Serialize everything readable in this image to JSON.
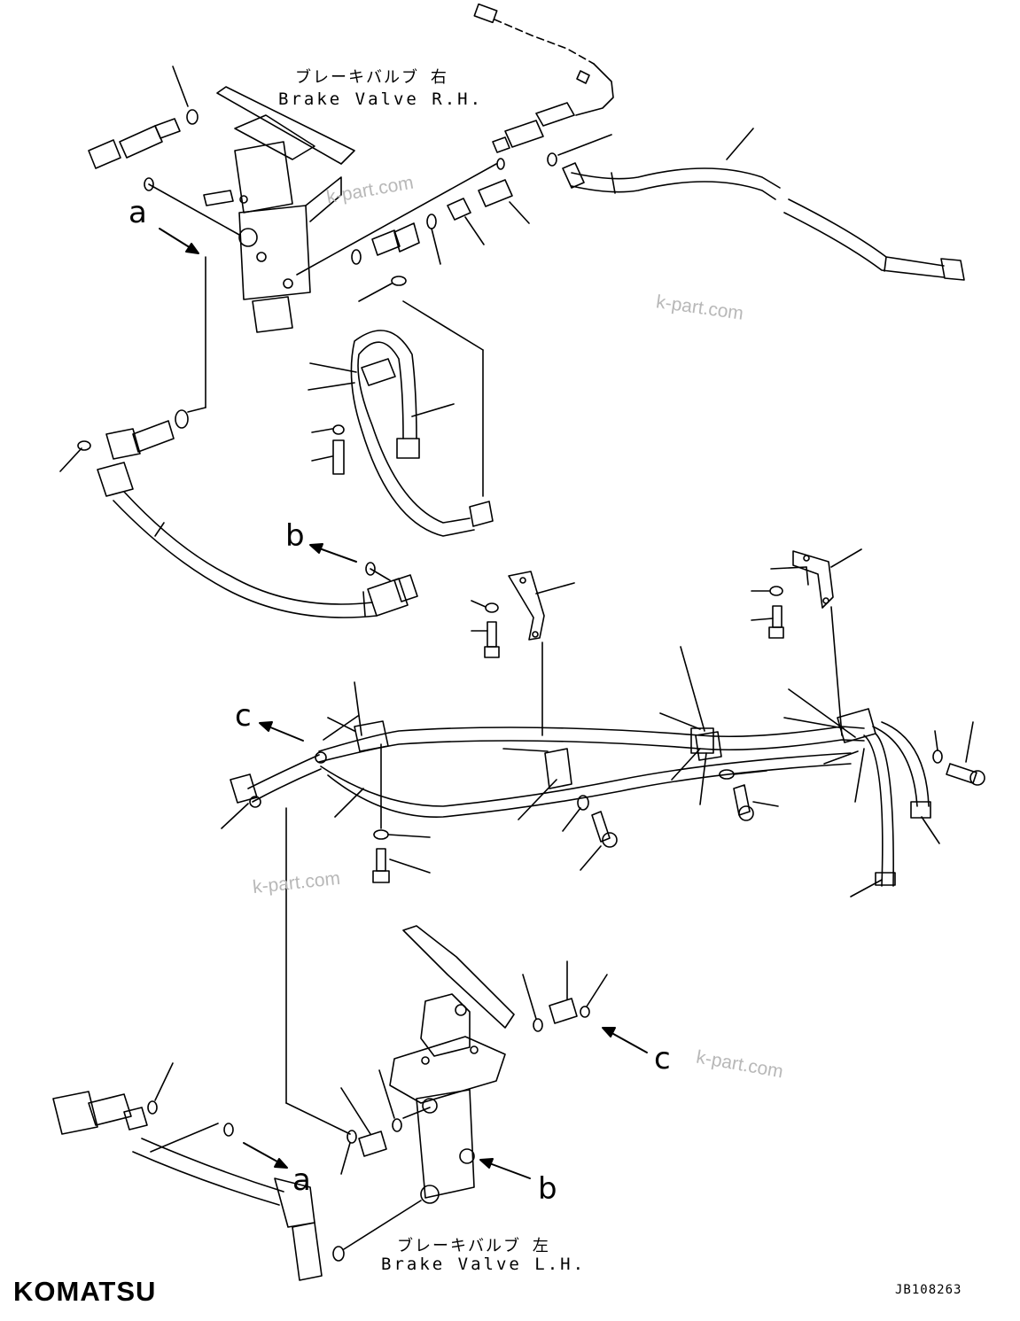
{
  "labels": {
    "brake_valve_rh_jp": "ブレーキバルブ 右",
    "brake_valve_rh_en": "Brake Valve R.H.",
    "brake_valve_lh_jp": "ブレーキバルブ 左",
    "brake_valve_lh_en": "Brake Valve L.H."
  },
  "callouts": {
    "a_top": "a",
    "b_top": "b",
    "c_left": "c",
    "c_right": "c",
    "a_bottom": "a",
    "b_bottom": "b"
  },
  "watermark": "k-part.com",
  "logo_text": "KOMATSU",
  "drawing_code": "JB108263",
  "colors": {
    "ink": "#000000",
    "watermark": "#b8b8b8"
  }
}
